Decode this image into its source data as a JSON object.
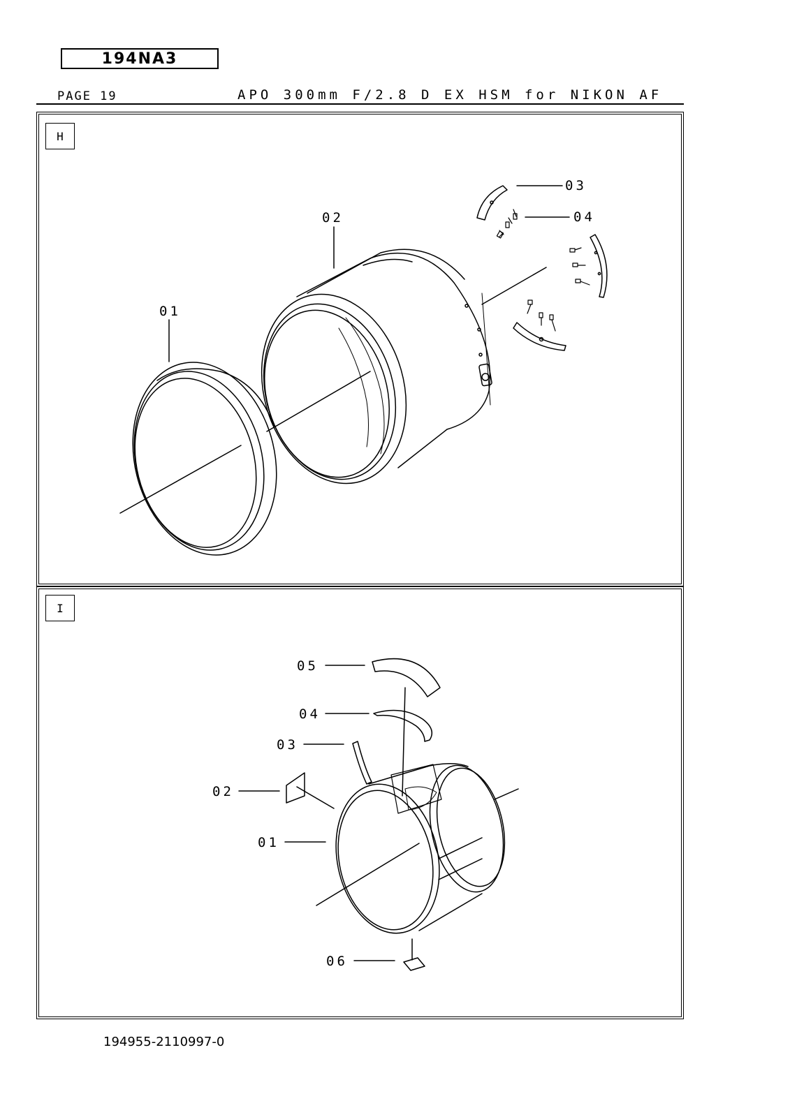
{
  "header": {
    "code_box": "194NA3",
    "page_label": "PAGE 19",
    "lens_title": "APO 300mm F/2.8 D EX HSM for NIKON AF"
  },
  "sections": [
    {
      "tag": "H",
      "callouts": [
        "01",
        "02",
        "03",
        "04"
      ]
    },
    {
      "tag": "I",
      "callouts": [
        "01",
        "02",
        "03",
        "04",
        "05",
        "06"
      ]
    }
  ],
  "footer": {
    "document_number": "194955-2110997-0"
  }
}
